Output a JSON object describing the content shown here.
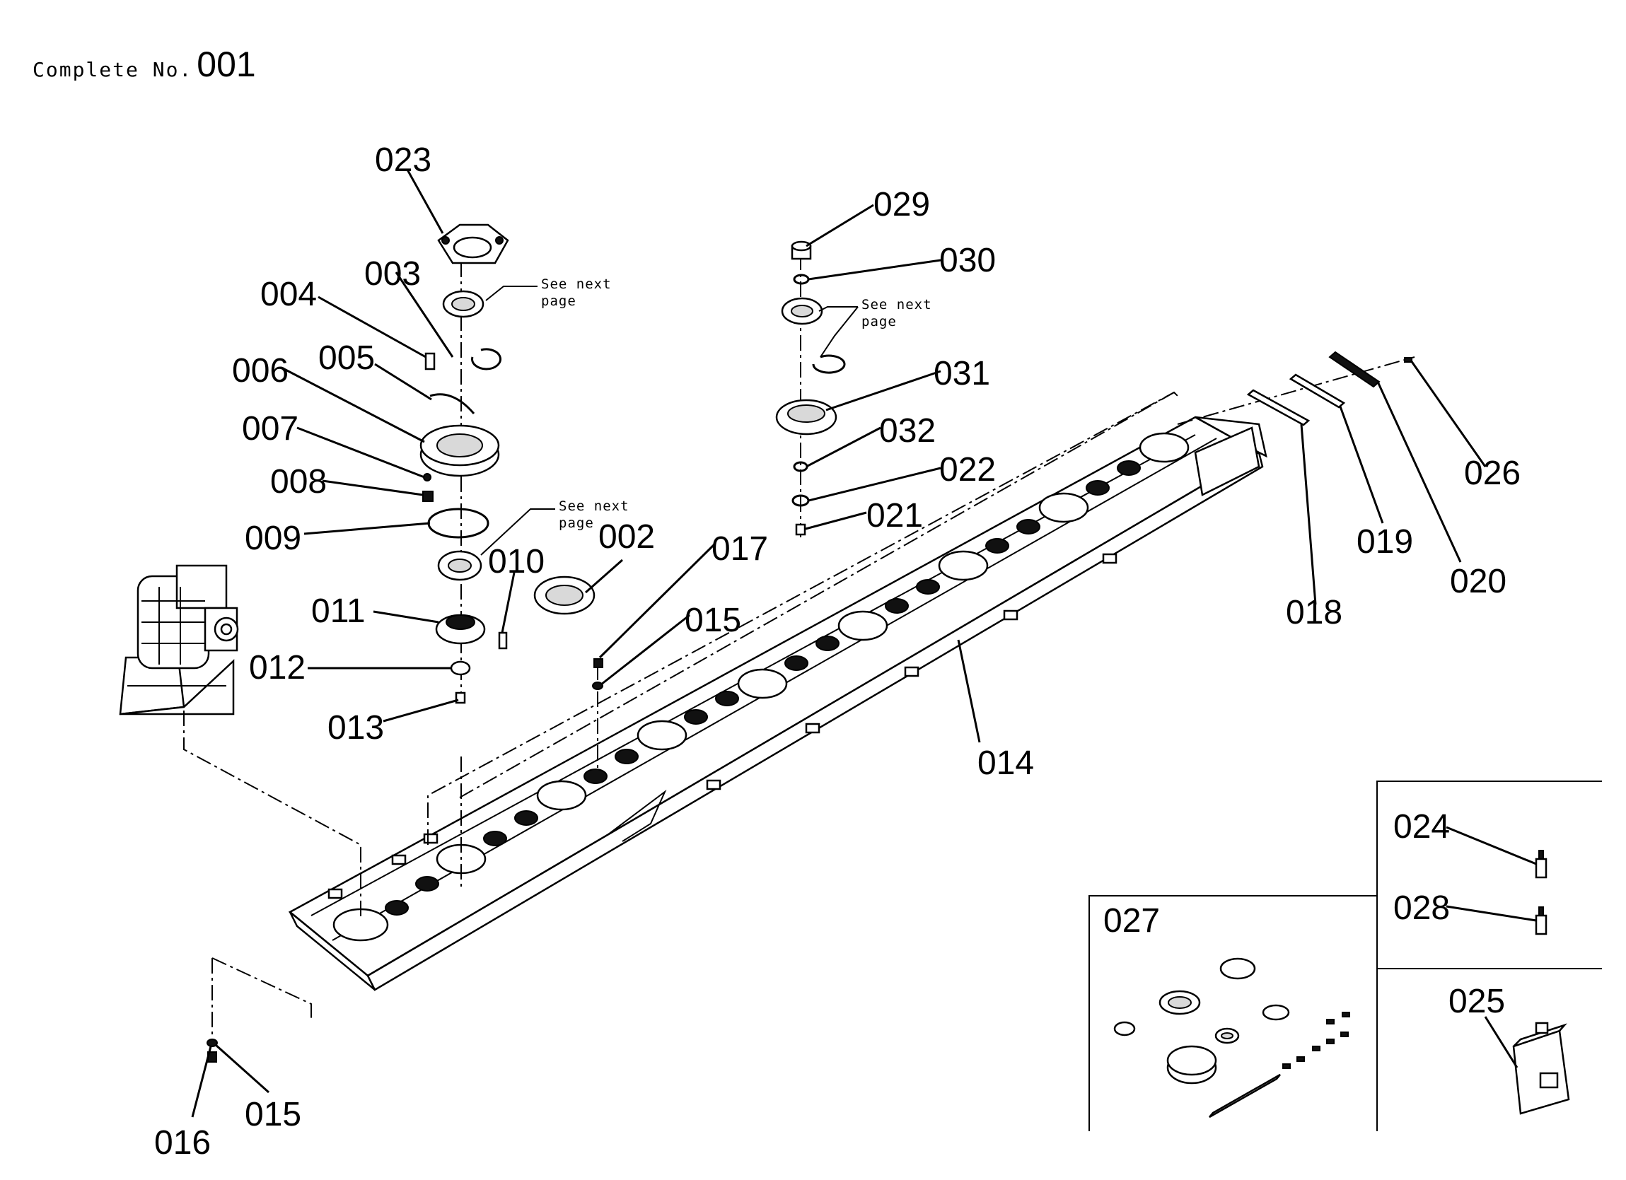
{
  "header": {
    "complete_label": "Complete No.",
    "complete_number": "001"
  },
  "note_text": {
    "line1": "See next",
    "line2": "page"
  },
  "callouts": [
    "002",
    "003",
    "004",
    "005",
    "006",
    "007",
    "008",
    "009",
    "010",
    "011",
    "012",
    "013",
    "014",
    "015",
    "016",
    "017",
    "018",
    "019",
    "020",
    "021",
    "022",
    "023",
    "024",
    "025",
    "026",
    "027",
    "028",
    "029",
    "030",
    "031",
    "032"
  ]
}
